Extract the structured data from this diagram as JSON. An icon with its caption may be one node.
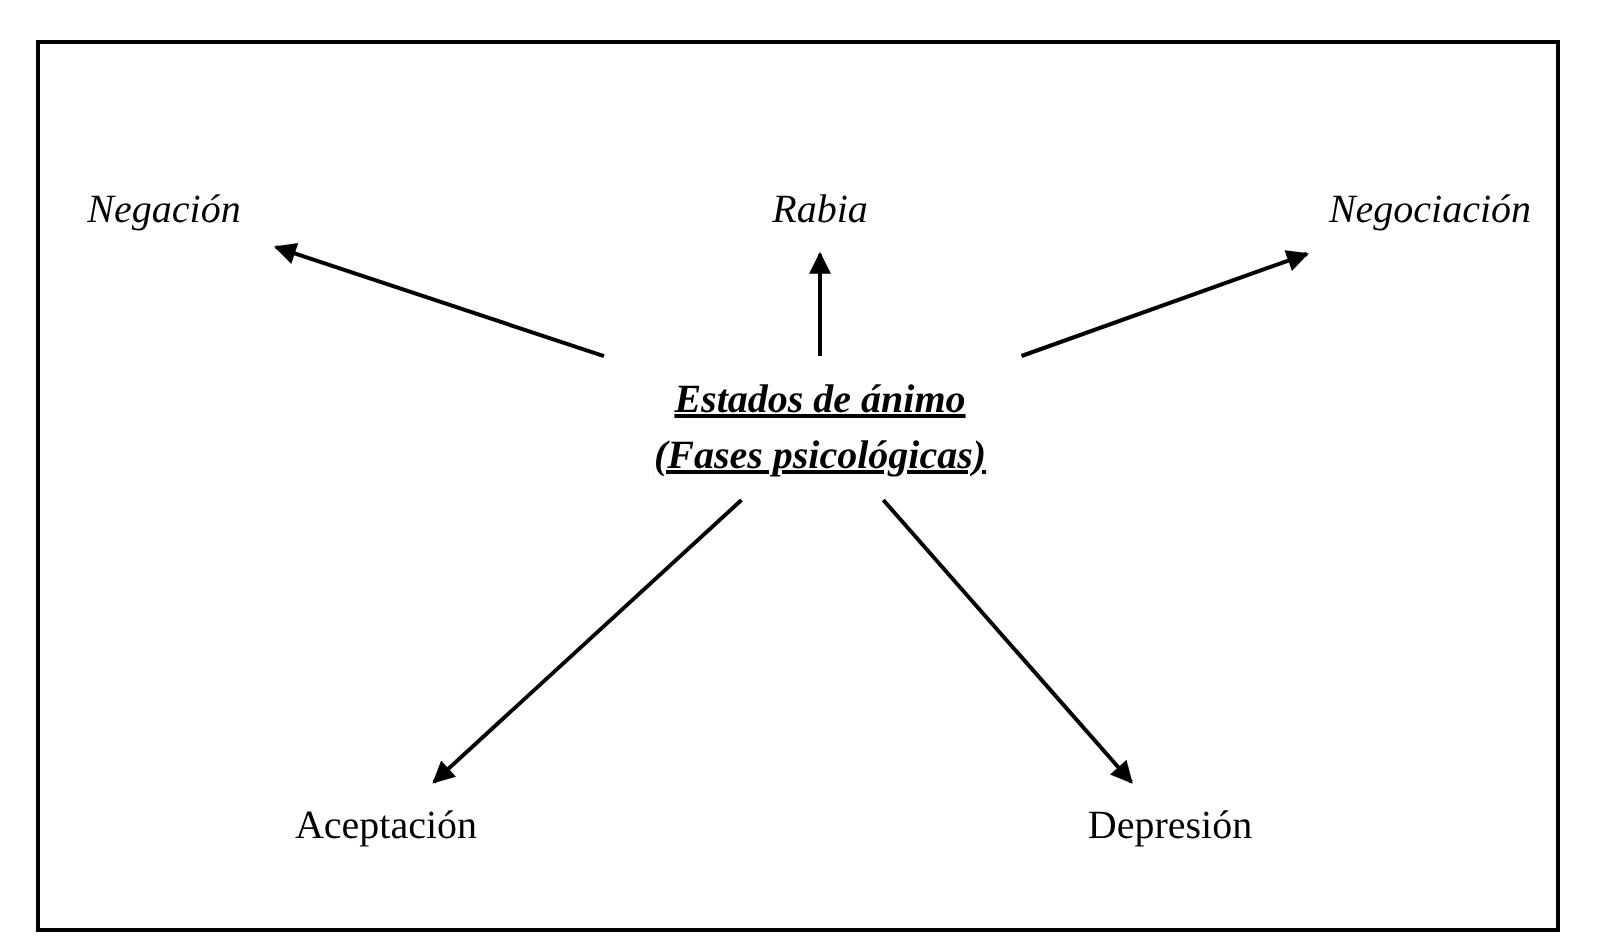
{
  "diagram": {
    "nodes": [
      {
        "text": [
          "Estados de ánimo (Fases psicológicas)"
        ]
      },
      {
        "text": [
          "Negación"
        ]
      },
      {
        "text": [
          "Rabia"
        ]
      },
      {
        "text": [
          "Negociación"
        ]
      },
      {
        "text": [
          "Aceptación"
        ]
      },
      {
        "text": [
          "Depresión"
        ]
      }
    ],
    "edges": [
      {
        "from": 0,
        "to": 1,
        "arrow": "to"
      },
      {
        "from": 0,
        "to": 2,
        "arrow": "to"
      },
      {
        "from": 0,
        "to": 3,
        "arrow": "to"
      },
      {
        "from": 0,
        "to": 4,
        "arrow": "to"
      },
      {
        "from": 0,
        "to": 5,
        "arrow": "to"
      }
    ]
  }
}
